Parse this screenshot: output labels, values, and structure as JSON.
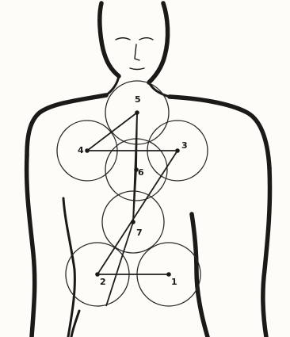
{
  "diagram": {
    "nodes": [
      {
        "id": "1",
        "label": "1"
      },
      {
        "id": "2",
        "label": "2"
      },
      {
        "id": "3",
        "label": "3"
      },
      {
        "id": "4",
        "label": "4"
      },
      {
        "id": "5",
        "label": "5"
      },
      {
        "id": "6",
        "label": "6"
      },
      {
        "id": "7",
        "label": "7"
      }
    ],
    "path_sequence": [
      "1",
      "2",
      "3",
      "4",
      "5",
      "6",
      "7"
    ]
  }
}
